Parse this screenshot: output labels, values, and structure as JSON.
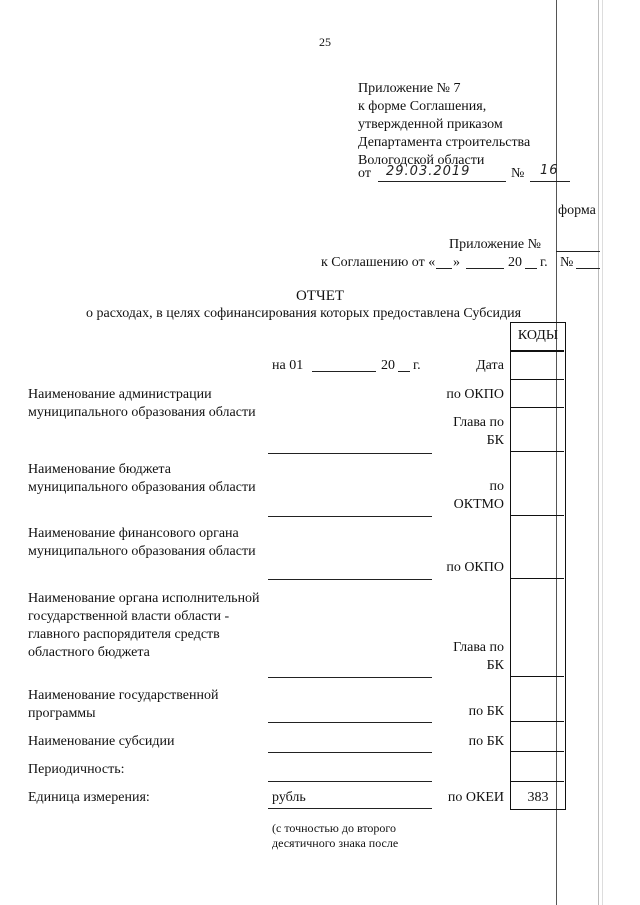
{
  "page_number": "25",
  "appendix_header": {
    "lines": [
      "Приложение № 7",
      "к форме Соглашения,",
      "утвержденной приказом",
      "Департамента строительства",
      "Вологодской области"
    ],
    "date_prefix": "от",
    "date_handwritten": "29.03.2019",
    "number_prefix": "№",
    "number_handwritten": "16"
  },
  "form_label": "форма",
  "agreement_appendix": {
    "line1": "Приложение №",
    "line2_a": "к Соглашению от «",
    "line2_b": "»",
    "line2_c": "20",
    "line2_d": "г.",
    "line2_e": "№"
  },
  "title": "ОТЧЕТ",
  "subtitle": "о расходах, в целях софинансирования которых предоставлена Субсидия",
  "codes_header": "КОДЫ",
  "date_row": {
    "prefix": "на 01",
    "year_prefix": "20",
    "year_suffix": "г.",
    "right_label": "Дата"
  },
  "rows": [
    {
      "label": "Наименование администрации муниципального образования области",
      "codes": [
        "по ОКПО",
        "Глава по БК"
      ]
    },
    {
      "label": "Наименование бюджета муниципального образования области",
      "codes": [
        "по ОКТМО"
      ]
    },
    {
      "label": "Наименование финансового органа муниципального образования области",
      "codes": [
        "по ОКПО"
      ]
    },
    {
      "label": "Наименование органа исполнительной государственной власти области - главного распорядителя средств областного бюджета",
      "codes": [
        "Глава по БК"
      ]
    },
    {
      "label": "Наименование государственной программы",
      "codes": [
        "по БК"
      ]
    },
    {
      "label": "Наименование субсидии",
      "codes": [
        "по БК"
      ]
    },
    {
      "label": "Периодичность:",
      "codes": []
    },
    {
      "label": "Единица измерения:",
      "value": "рубль",
      "codes": [
        "по ОКЕИ"
      ],
      "code_value": "383"
    }
  ],
  "footnote_line1": "(с точностью до второго",
  "footnote_line2": "десятичного знака после"
}
